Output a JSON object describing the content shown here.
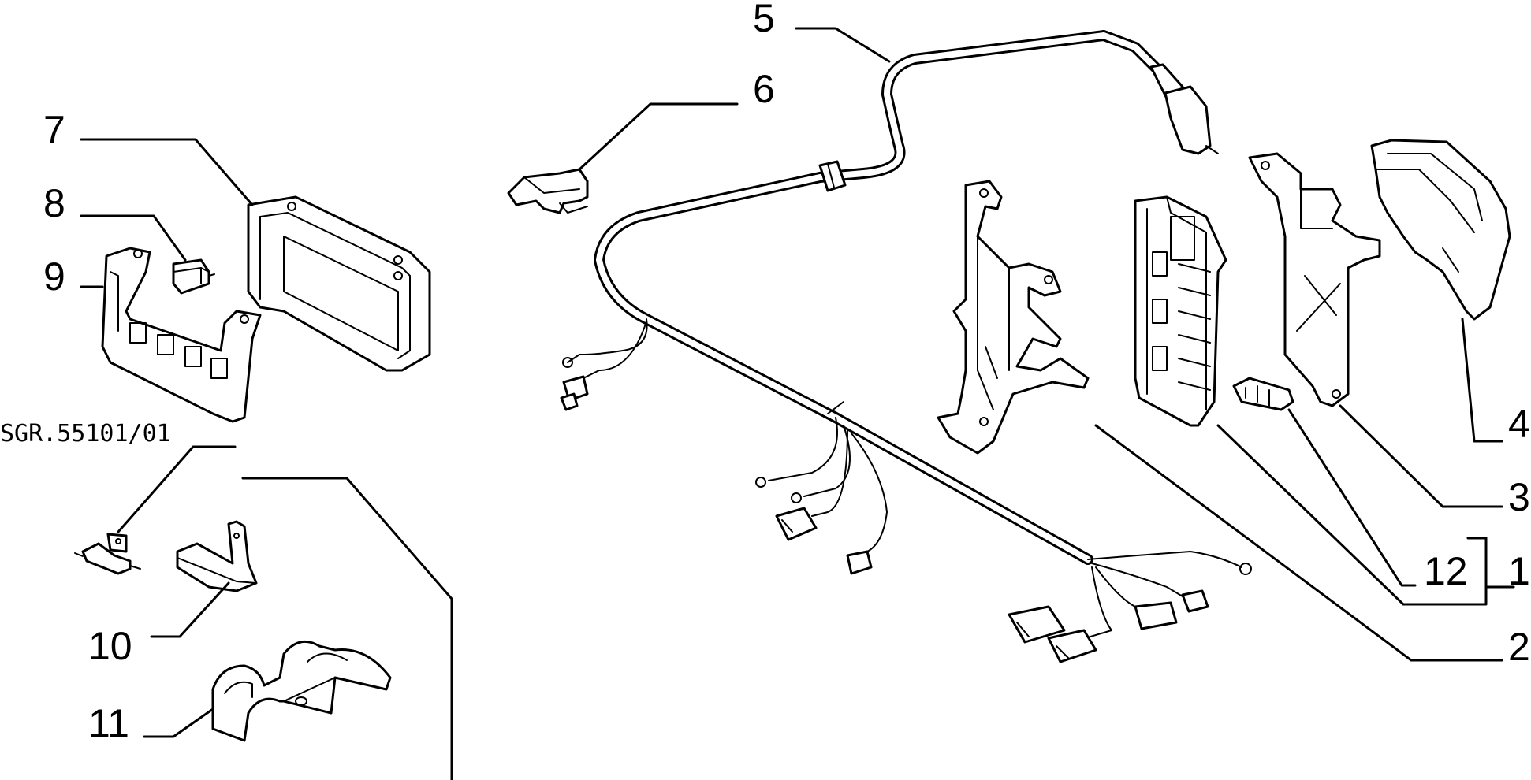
{
  "diagram": {
    "reference": "SGR.55101/01",
    "callouts": {
      "c1": "1",
      "c2": "2",
      "c3": "3",
      "c4": "4",
      "c5": "5",
      "c6": "6",
      "c7": "7",
      "c8": "8",
      "c9": "9",
      "c10": "10",
      "c11": "11",
      "c12": "12"
    }
  }
}
